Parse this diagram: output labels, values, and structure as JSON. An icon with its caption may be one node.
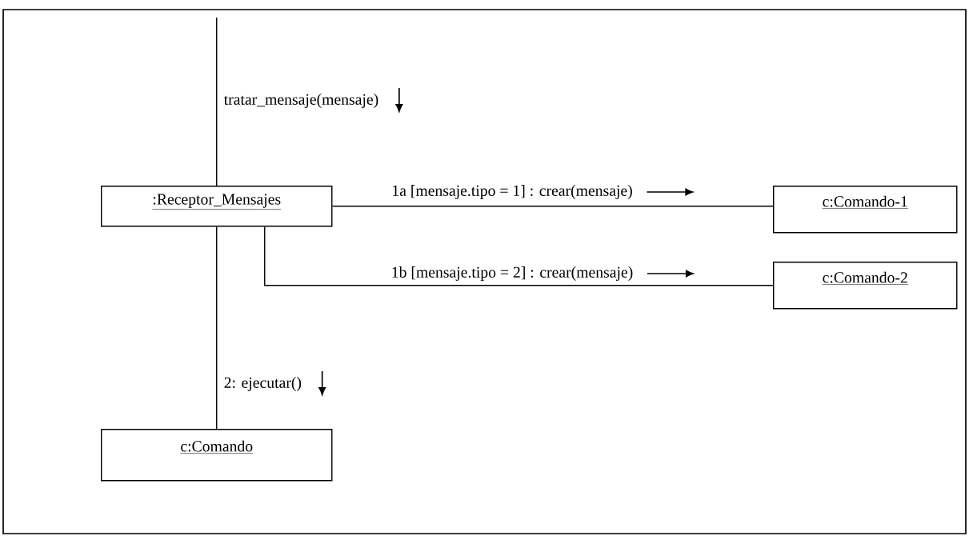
{
  "diagram": {
    "nodes": [
      {
        "text": [
          ":Receptor_Mensajes"
        ]
      },
      {
        "text": [
          "c:Comando-1"
        ]
      },
      {
        "text": [
          "c:Comando-2"
        ]
      },
      {
        "text": [
          "c:Comando"
        ]
      }
    ],
    "edges": [
      {
        "from": null,
        "to": 0,
        "arrow": "none",
        "label": "tratar_mensaje(mensaje)"
      },
      {
        "from": 0,
        "to": 1,
        "arrow": "none",
        "label": "1a [mensaje.tipo = 1] : crear(mensaje)"
      },
      {
        "from": 0,
        "to": 2,
        "arrow": "none",
        "label": "1b [mensaje.tipo = 2] : crear(mensaje)"
      },
      {
        "from": 0,
        "to": 3,
        "arrow": "none",
        "label": "2: ejecutar()"
      }
    ]
  }
}
